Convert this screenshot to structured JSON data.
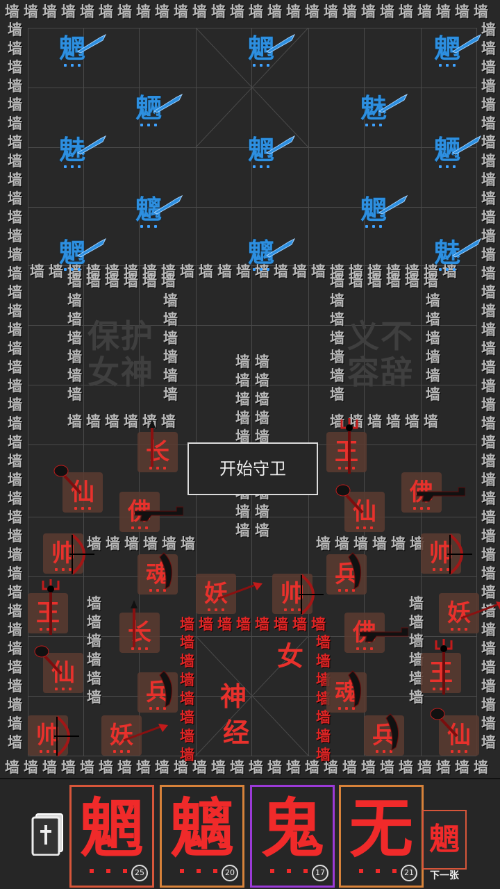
{
  "wall_char": "墙",
  "zones": {
    "left_text": [
      "保护",
      "女神"
    ],
    "right_text": [
      "义不",
      "容辞"
    ]
  },
  "enemies": [
    {
      "char": "魍",
      "col": 0,
      "row": 0
    },
    {
      "char": "魍",
      "col": 4,
      "row": 0
    },
    {
      "char": "魍",
      "col": 8,
      "row": 0
    },
    {
      "char": "魉",
      "col": 2,
      "row": 1
    },
    {
      "char": "魅",
      "col": 6,
      "row": 1
    },
    {
      "char": "魅",
      "col": 0,
      "row": 2
    },
    {
      "char": "魍",
      "col": 4,
      "row": 2
    },
    {
      "char": "魉",
      "col": 8,
      "row": 2
    },
    {
      "char": "魑",
      "col": 2,
      "row": 3
    },
    {
      "char": "魍",
      "col": 6,
      "row": 3
    },
    {
      "char": "魍",
      "col": 0,
      "row": 4
    },
    {
      "char": "魑",
      "col": 4,
      "row": 4
    },
    {
      "char": "魅",
      "col": 8,
      "row": 4
    }
  ],
  "allies": [
    {
      "char": "长",
      "weapon": "spear"
    },
    {
      "char": "王",
      "weapon": "trident"
    },
    {
      "char": "仙",
      "weapon": "mace"
    },
    {
      "char": "佛",
      "weapon": "gun"
    },
    {
      "char": "仙",
      "weapon": "mace"
    },
    {
      "char": "佛",
      "weapon": "gun"
    },
    {
      "char": "帅",
      "weapon": "bow"
    },
    {
      "char": "帅",
      "weapon": "bow"
    },
    {
      "char": "魂",
      "weapon": "blade"
    },
    {
      "char": "兵",
      "weapon": "blade"
    },
    {
      "char": "妖",
      "weapon": "staff"
    },
    {
      "char": "帅",
      "weapon": "bow"
    },
    {
      "char": "王",
      "weapon": "trident"
    },
    {
      "char": "长",
      "weapon": "spear"
    },
    {
      "char": "佛",
      "weapon": "gun"
    },
    {
      "char": "妖",
      "weapon": "staff"
    },
    {
      "char": "仙",
      "weapon": "mace"
    },
    {
      "char": "兵",
      "weapon": "blade"
    },
    {
      "char": "魂",
      "weapon": "blade"
    },
    {
      "char": "王",
      "weapon": "trident"
    },
    {
      "char": "帅",
      "weapon": "bow"
    },
    {
      "char": "妖",
      "weapon": "staff"
    },
    {
      "char": "兵",
      "weapon": "blade"
    },
    {
      "char": "仙",
      "weapon": "mace"
    }
  ],
  "goddess": {
    "char": "女"
  },
  "scripture": {
    "char1": "神",
    "char2": "经"
  },
  "start_button": {
    "label": "开始守卫"
  },
  "tray": {
    "deck_icon": "card-deck-icon",
    "cards": [
      {
        "char": "魍",
        "cost": "25",
        "border": "#d7563a"
      },
      {
        "char": "魑",
        "cost": "20",
        "border": "#d7823a"
      },
      {
        "char": "鬼",
        "cost": "17",
        "border": "#9b3ad7"
      },
      {
        "char": "无",
        "cost": "21",
        "border": "#d7823a"
      }
    ],
    "next_card": {
      "char": "魍",
      "label": "下一张"
    }
  },
  "colors": {
    "enemy": "#2d8fe0",
    "ally": "#e8312c",
    "wall": "#b9b9b9",
    "board": "#282828"
  }
}
